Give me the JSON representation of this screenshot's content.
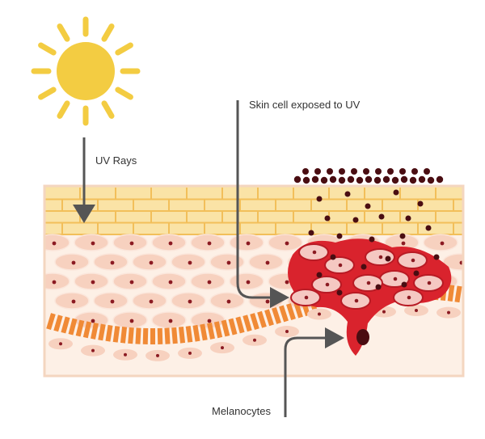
{
  "labels": {
    "uv_rays": "UV Rays",
    "skin_cell_exposed": "Skin cell exposed to UV",
    "melanocytes": "Melanocytes"
  },
  "colors": {
    "sun": "#f3cc42",
    "horny_layer": "#fae3a6",
    "horny_lines": "#f2bf5a",
    "skin_bg": "#fdf0e6",
    "skin_border": "#f4d6c0",
    "cell_fill": "#f7d1bf",
    "nucleus": "#8b1a22",
    "basal": "#f08a36",
    "damaged_cell": "#d9232d",
    "melanin": "#4a0d12",
    "arrow": "#555555",
    "text": "#333333"
  }
}
